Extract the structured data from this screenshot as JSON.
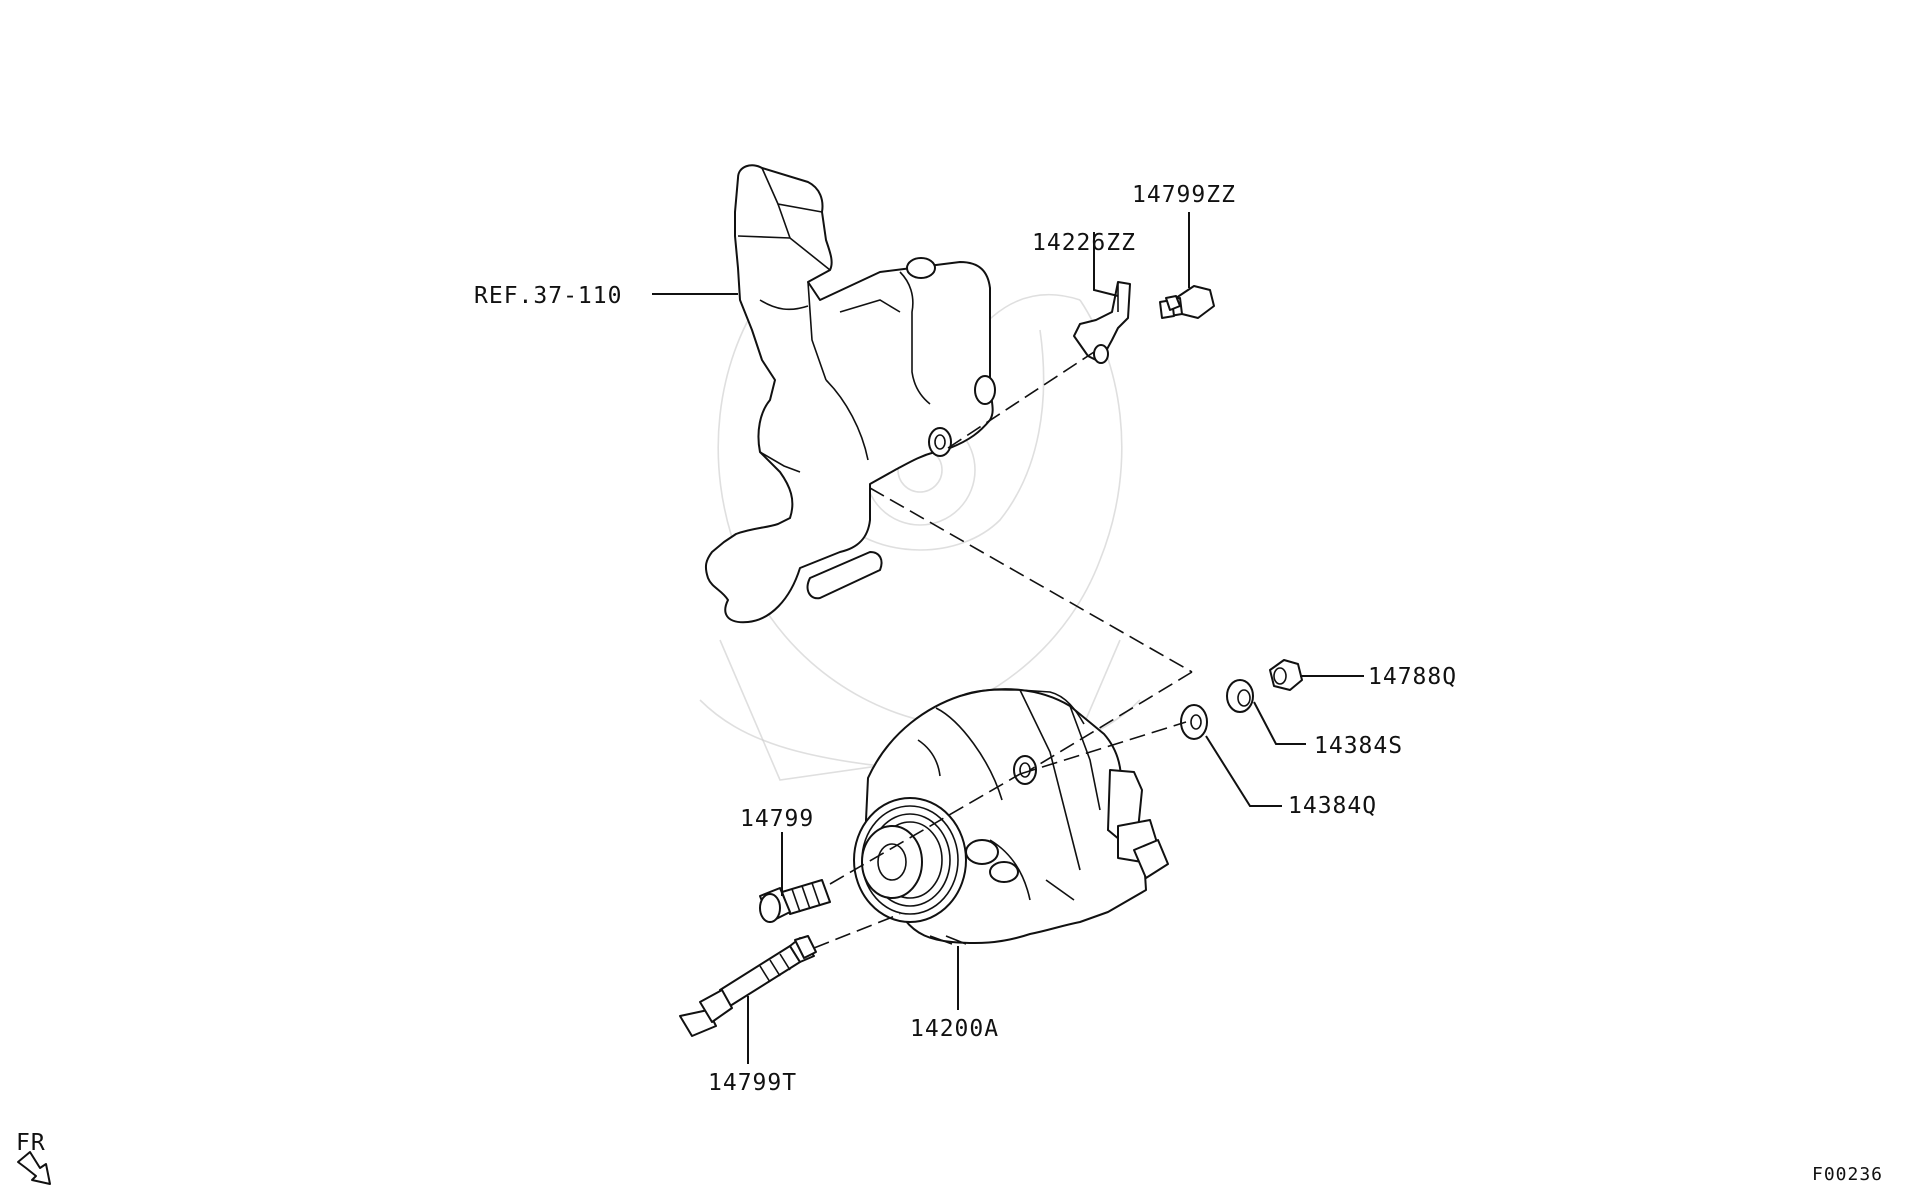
{
  "callouts": {
    "ref": "REF.37-110",
    "bolt_top": "14799ZZ",
    "bracket": "14226ZZ",
    "nut": "14788Q",
    "lock_washer": "14384S",
    "washer": "14384Q",
    "bolt_short": "14799",
    "alternator": "14200A",
    "bolt_long": "14799T"
  },
  "direction_label": "FR",
  "figure_code": "F00236"
}
